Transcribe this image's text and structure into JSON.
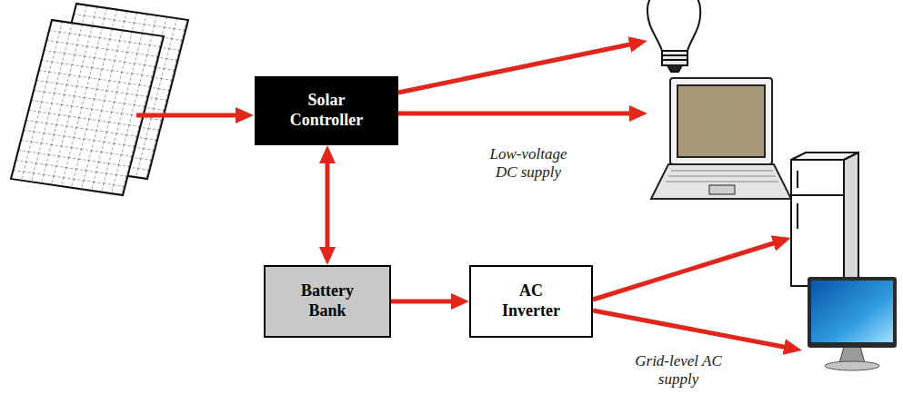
{
  "diagram": {
    "nodes": [
      {
        "text": [
          "Solar Controller"
        ]
      },
      {
        "text": [
          "Battery Bank"
        ]
      },
      {
        "text": [
          "AC Inverter"
        ]
      }
    ],
    "edges": [
      {
        "from": 0,
        "to": 1,
        "arrow": "both"
      },
      {
        "from": 1,
        "to": 2,
        "arrow": "to"
      }
    ],
    "labels": [
      "Low-voltage DC supply",
      "Grid-level AC supply"
    ]
  }
}
